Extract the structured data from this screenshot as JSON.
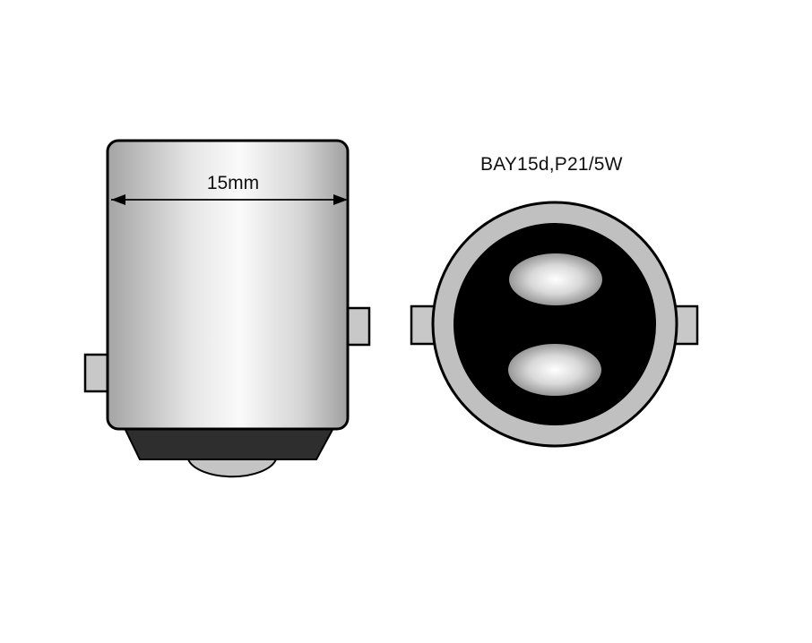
{
  "diagram": {
    "title": "BAY15d,P21/5W",
    "side_view": {
      "dimension_label": "15mm",
      "parts": [
        "metal-cap",
        "bayonet-pin-left",
        "bayonet-pin-right",
        "insulator-base",
        "contact-dome"
      ]
    },
    "bottom_view": {
      "parts": [
        "outer-ring",
        "bayonet-pin-left",
        "bayonet-pin-right",
        "insulator-disc",
        "contact-top",
        "contact-bottom"
      ]
    },
    "colors": {
      "outline": "#000000",
      "metal_light": "#f4f4f4",
      "metal_dark": "#a8a8a8",
      "pin": "#c8c8c8",
      "insulator": "#2e2e2e",
      "ring": "#c0c0c0",
      "disc": "#000000"
    }
  }
}
